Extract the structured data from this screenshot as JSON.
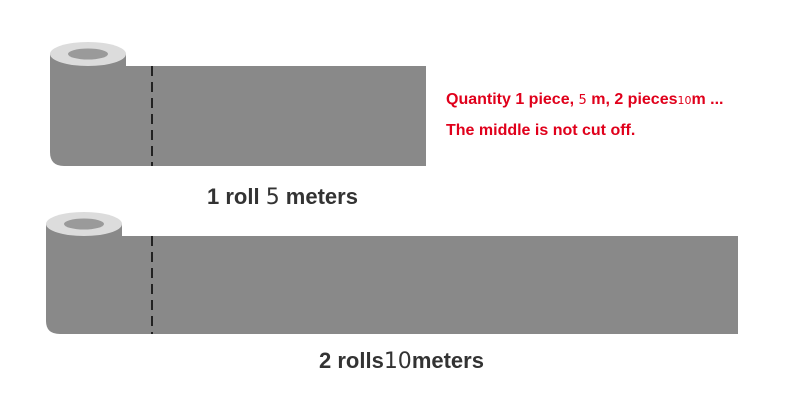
{
  "colors": {
    "roll_body": "#898989",
    "roll_end": "#dcdcdc",
    "roll_core": "#9a9a9a",
    "cut_line": "#222222",
    "note_text": "#e0001b",
    "caption_text": "#333333"
  },
  "note": {
    "line1_pre": "Quantity 1 piece, ",
    "line1_num1": "5",
    "line1_mid": " m,  2 pieces",
    "line1_num2": "10",
    "line1_post": "m ...",
    "line2": "The middle is not cut off."
  },
  "roll1": {
    "caption_pre": "1 roll ",
    "caption_num": "5",
    "caption_post": " meters"
  },
  "roll2": {
    "caption_pre": "2 rolls",
    "caption_num": "10",
    "caption_post": "meters"
  },
  "icons": [
    "tape-roll-icon",
    "dashed-cut-line"
  ]
}
